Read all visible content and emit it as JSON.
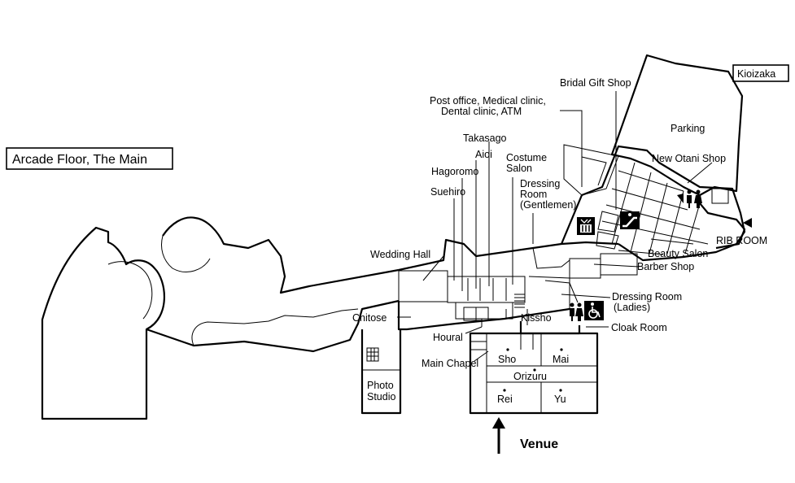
{
  "map_title": "Arcade Floor, The Main",
  "kioizaka_label": "Kioizaka",
  "areas": {
    "bridal_gift_shop": "Bridal Gift Shop",
    "post_office_line1": "Post office, Medical clinic,",
    "post_office_line2": "Dental clinic, ATM",
    "parking": "Parking",
    "new_otani_shop": "New Otani Shop",
    "takasago": "Takasago",
    "aioi": "Aioi",
    "costume_salon_line1": "Costume",
    "costume_salon_line2": "Salon",
    "hagoromo": "Hagoromo",
    "dressing_room_gentlemen_line1": "Dressing",
    "dressing_room_gentlemen_line2": "Room",
    "dressing_room_gentlemen_line3": "(Gentlemen)",
    "suehiro": "Suehiro",
    "rib_room": "RIB ROOM",
    "beauty_salon": "Beauty Salon",
    "barber_shop": "Barber Shop",
    "wedding_hall": "Wedding Hall",
    "dressing_room_ladies_line1": "Dressing Room",
    "dressing_room_ladies_line2": "(Ladies)",
    "chitose": "Chitose",
    "kissho": "Kissho",
    "cloak_room": "Cloak Room",
    "houral": "Houral",
    "main_chapel": "Main Chapel",
    "sho": "Sho",
    "mai": "Mai",
    "orizuru": "Orizuru",
    "rei": "Rei",
    "yu": "Yu",
    "photo_studio_line1": "Photo",
    "photo_studio_line2": "Studio"
  },
  "venue_label": "Venue",
  "icons": [
    "elevator-icon",
    "escalator-icon",
    "restroom-icon",
    "wheelchair-icon",
    "elevator-panel-icon",
    "entrance-marker-icon"
  ],
  "colors": {
    "ink": "#000000",
    "background": "#ffffff"
  }
}
